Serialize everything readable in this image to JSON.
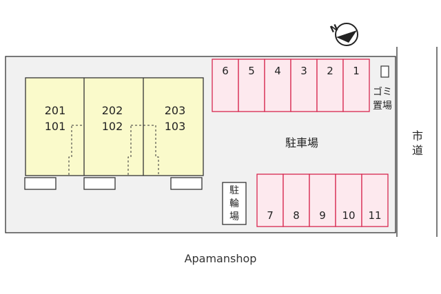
{
  "map": {
    "units": [
      {
        "upper": "201",
        "lower": "101"
      },
      {
        "upper": "202",
        "lower": "102"
      },
      {
        "upper": "203",
        "lower": "103"
      }
    ],
    "parking_top": [
      "6",
      "5",
      "4",
      "3",
      "2",
      "1"
    ],
    "parking_bottom": [
      "7",
      "8",
      "9",
      "10",
      "11"
    ],
    "parking_label": "駐車場",
    "garbage_label": [
      "ゴミ",
      "置場"
    ],
    "bicycle_label": [
      "駐",
      "輪",
      "場"
    ],
    "road_label": [
      "市",
      "道"
    ],
    "north_label": "N"
  },
  "colors": {
    "building_fill": "#fafacb",
    "parking_fill": "#fde9ee",
    "parking_stroke": "#d6264e",
    "site_fill": "#f1f1f1"
  },
  "credit": "Apamanshop"
}
